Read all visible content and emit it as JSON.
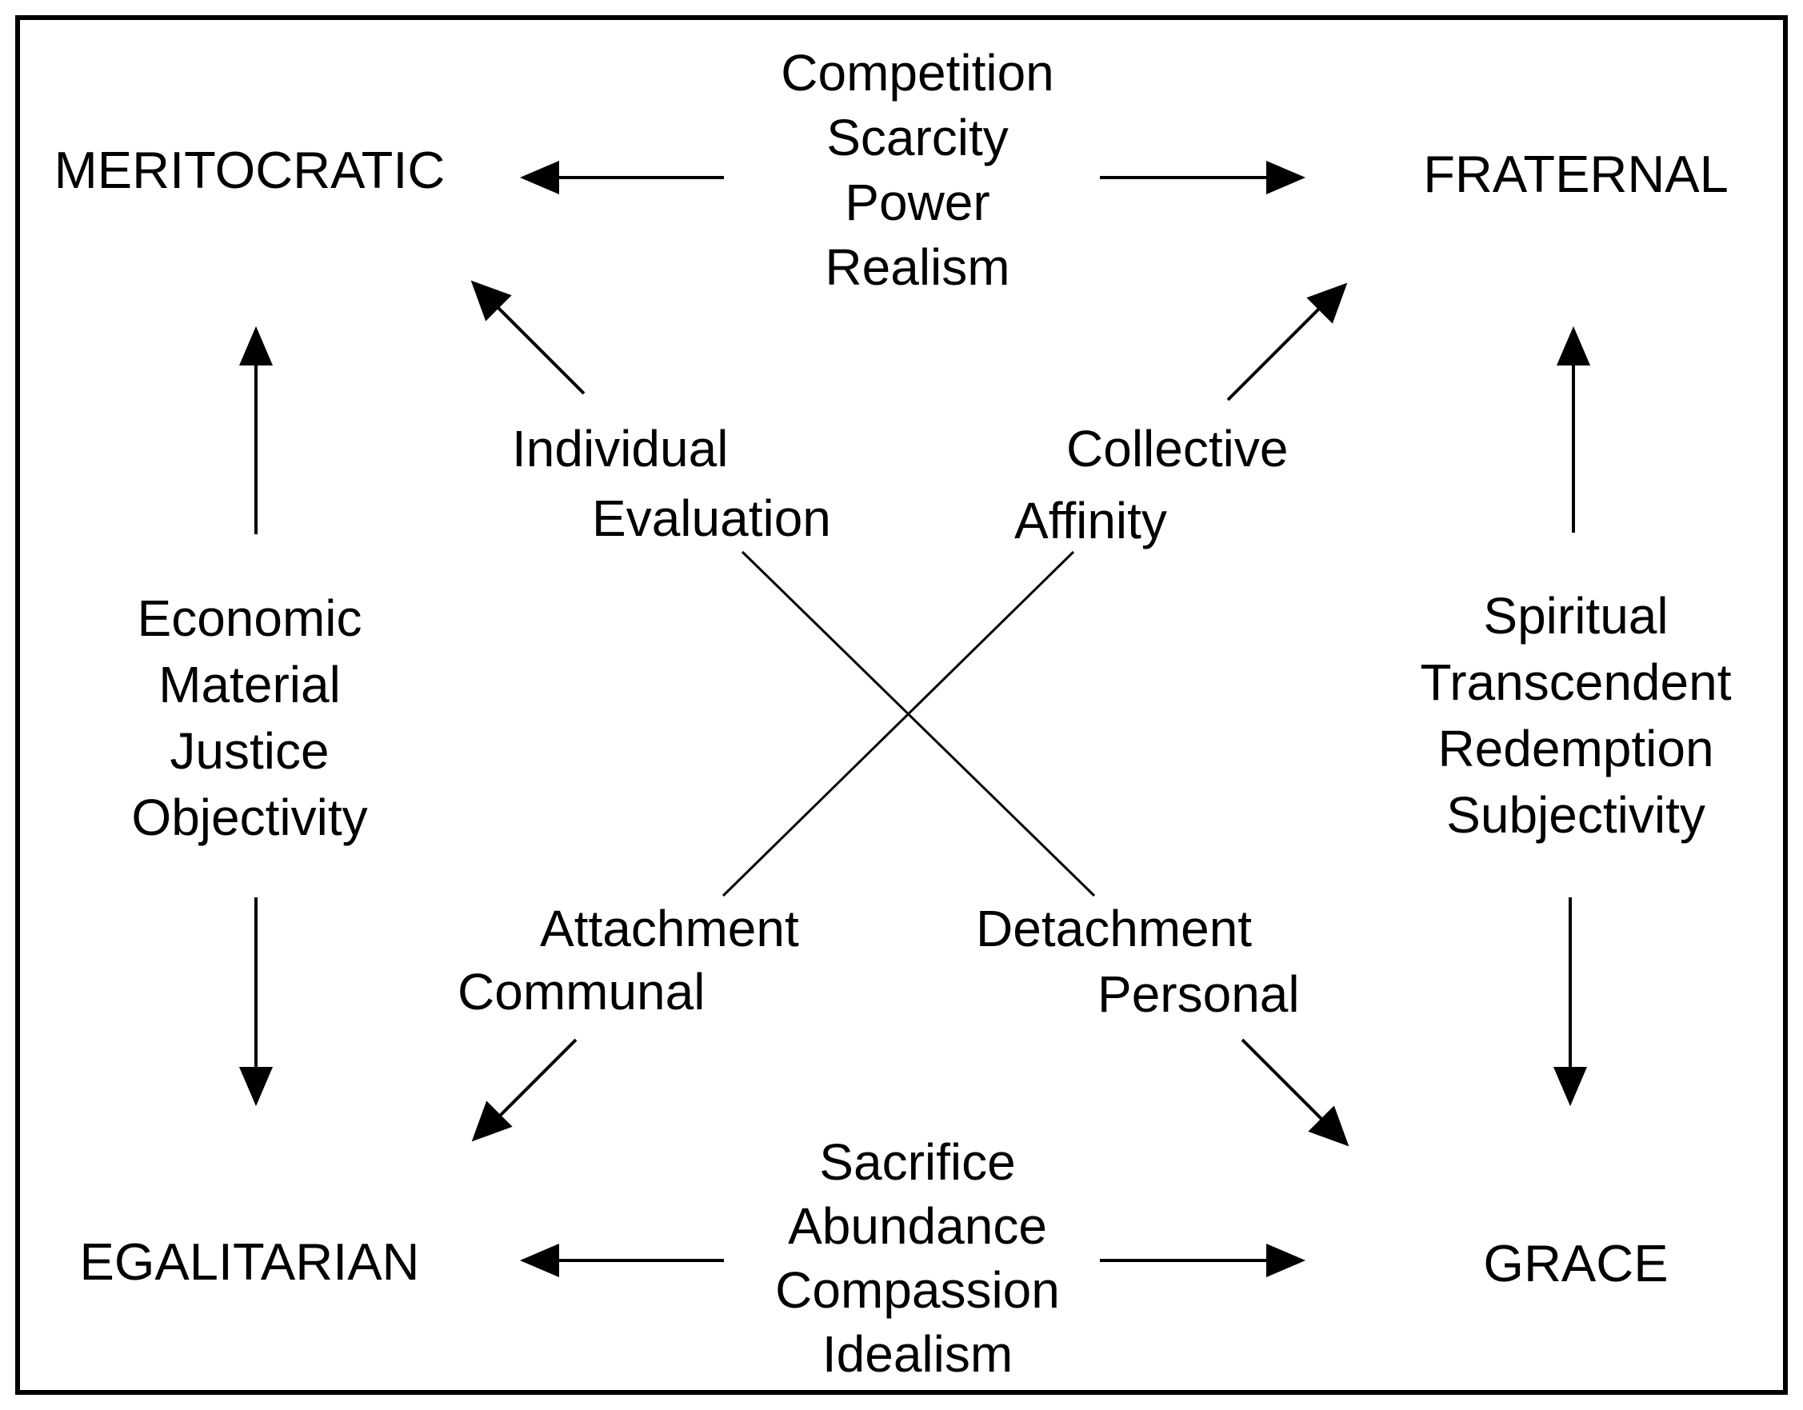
{
  "colors": {
    "ink": "#000000",
    "background": "#ffffff"
  },
  "corners": {
    "top_left": "MERITOCRATIC",
    "top_right": "FRATERNAL",
    "bottom_left": "EGALITARIAN",
    "bottom_right": "GRACE"
  },
  "top_terms": [
    "Competition",
    "Scarcity",
    "Power",
    "Realism"
  ],
  "bottom_terms": [
    "Sacrifice",
    "Abundance",
    "Compassion",
    "Idealism"
  ],
  "left_terms": [
    "Economic",
    "Material",
    "Justice",
    "Objectivity"
  ],
  "right_terms": [
    "Spiritual",
    "Transcendent",
    "Redemption",
    "Subjectivity"
  ],
  "diagonal_terms": {
    "upper_left": [
      "Individual",
      "Evaluation"
    ],
    "upper_right": [
      "Collective",
      "Affinity"
    ],
    "lower_left": [
      "Attachment",
      "Communal"
    ],
    "lower_right": [
      "Detachment",
      "Personal"
    ]
  }
}
